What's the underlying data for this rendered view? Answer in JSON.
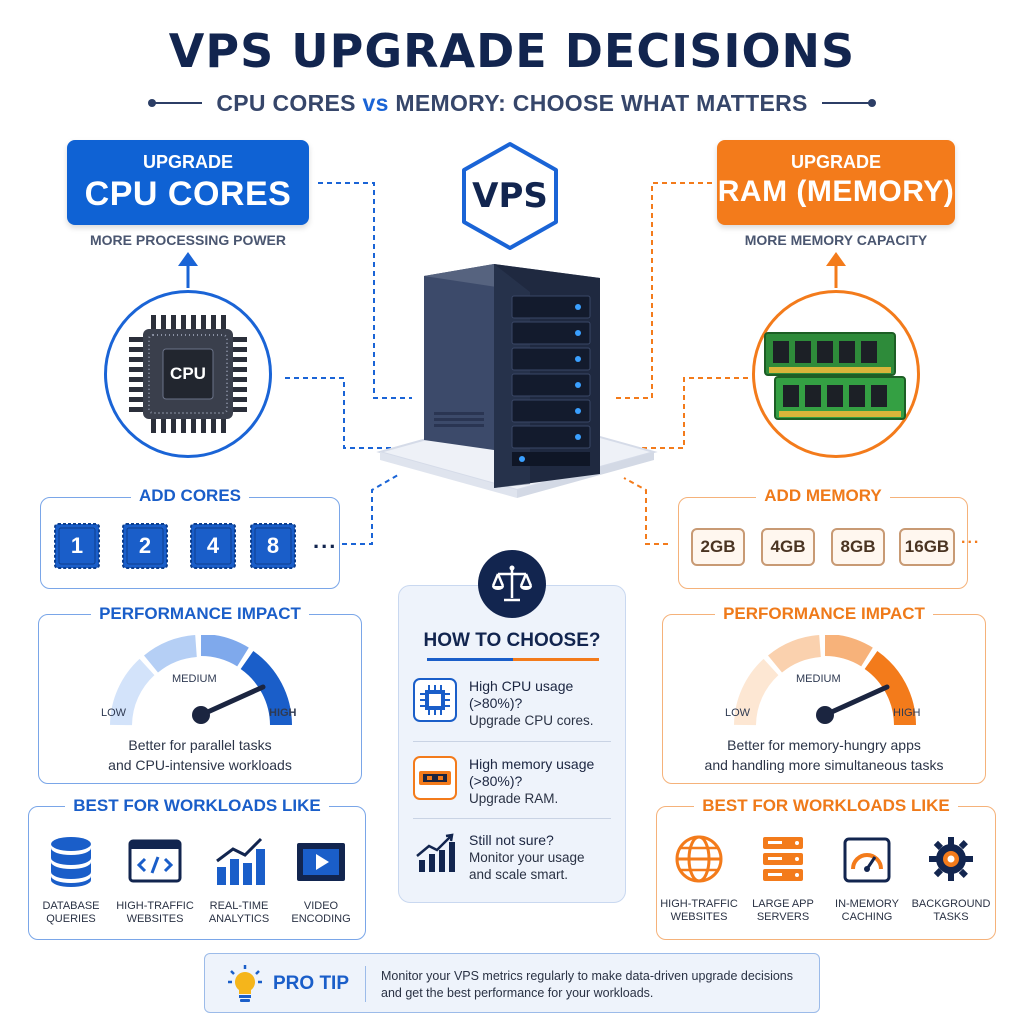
{
  "title": "VPS UPGRADE DECISIONS",
  "subtitle": {
    "left": "CPU CORES",
    "vs": "vs",
    "right": "MEMORY: CHOOSE WHAT MATTERS"
  },
  "center": {
    "vps_label": "VPS"
  },
  "cpu": {
    "header_small": "UPGRADE",
    "header_big": "CPU CORES",
    "caption": "MORE PROCESSING POWER",
    "chip_label": "CPU",
    "add_title": "ADD CORES",
    "cores": [
      "1",
      "2",
      "4",
      "8"
    ],
    "more": "...",
    "impact_title": "PERFORMANCE IMPACT",
    "gauge": {
      "low": "LOW",
      "medium": "MEDIUM",
      "high": "HIGH"
    },
    "impact_text_1": "Better for parallel tasks",
    "impact_text_2": "and CPU-intensive workloads",
    "workloads_title": "BEST FOR WORKLOADS LIKE",
    "workloads": [
      {
        "line1": "DATABASE",
        "line2": "QUERIES",
        "icon": "database-icon"
      },
      {
        "line1": "HIGH-TRAFFIC",
        "line2": "WEBSITES",
        "icon": "code-window-icon"
      },
      {
        "line1": "REAL-TIME",
        "line2": "ANALYTICS",
        "icon": "bar-chart-icon"
      },
      {
        "line1": "VIDEO",
        "line2": "ENCODING",
        "icon": "video-icon"
      }
    ]
  },
  "ram": {
    "header_small": "UPGRADE",
    "header_big": "RAM (MEMORY)",
    "caption": "MORE MEMORY CAPACITY",
    "add_title": "ADD MEMORY",
    "sizes": [
      "2GB",
      "4GB",
      "8GB",
      "16GB"
    ],
    "more": "...",
    "impact_title": "PERFORMANCE IMPACT",
    "gauge": {
      "low": "LOW",
      "medium": "MEDIUM",
      "high": "HIGH"
    },
    "impact_text_1": "Better for memory-hungry apps",
    "impact_text_2": "and handling more simultaneous tasks",
    "workloads_title": "BEST FOR WORKLOADS LIKE",
    "workloads": [
      {
        "line1": "HIGH-TRAFFIC",
        "line2": "WEBSITES",
        "icon": "globe-icon"
      },
      {
        "line1": "LARGE APP",
        "line2": "SERVERS",
        "icon": "server-stack-icon"
      },
      {
        "line1": "IN-MEMORY",
        "line2": "CACHING",
        "icon": "speedometer-icon"
      },
      {
        "line1": "BACKGROUND",
        "line2": "TASKS",
        "icon": "gears-icon"
      }
    ]
  },
  "choose": {
    "title": "HOW TO CHOOSE?",
    "items": [
      {
        "q1": "High CPU usage",
        "q2": "(>80%)?",
        "a": "Upgrade CPU cores.",
        "icon": "cpu-chip-icon"
      },
      {
        "q1": "High memory usage",
        "q2": "(>80%)?",
        "a": "Upgrade RAM.",
        "icon": "ram-module-icon"
      },
      {
        "q1": "Still not sure?",
        "q2": "Monitor your usage",
        "a": "and scale smart.",
        "icon": "growth-chart-icon"
      }
    ]
  },
  "protip": {
    "label": "PRO TIP",
    "text_1": "Monitor your VPS metrics regularly to make data-driven upgrade decisions",
    "text_2": "and get the best performance for your workloads."
  },
  "colors": {
    "blue": "#0f62d4",
    "orange": "#f37b1b",
    "navy": "#12254f"
  }
}
